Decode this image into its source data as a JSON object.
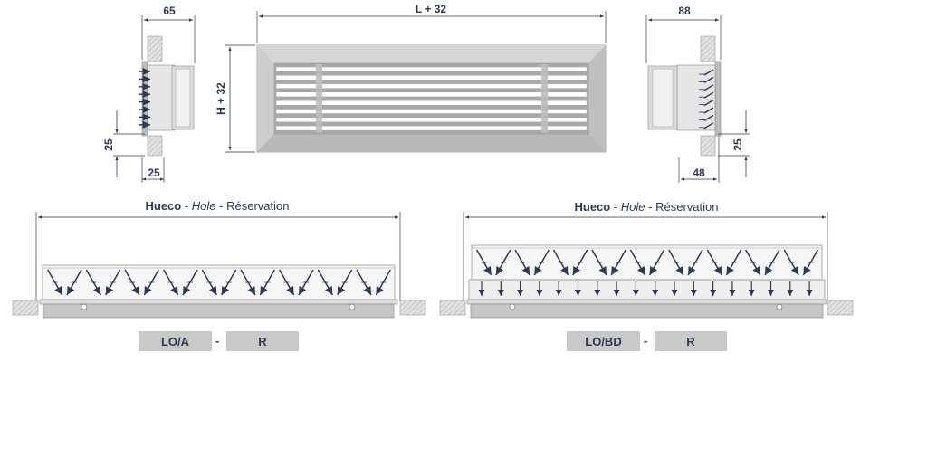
{
  "dimensions": {
    "side_left_width": "65",
    "front_width": "L + 32",
    "front_height": "H + 32",
    "side_right_width": "88",
    "left_flange_height": "25",
    "left_flange_width": "25",
    "right_flange_height": "25",
    "right_depth": "48"
  },
  "sections": [
    {
      "caption": {
        "bold": "Hueco",
        "dash1": " - ",
        "italic": "Hole",
        "dash2": " - ",
        "regular": "Réservation"
      },
      "models": {
        "primary": "LO/A",
        "separator": "-",
        "secondary": "R"
      }
    },
    {
      "caption": {
        "bold": "Hueco",
        "dash1": " - ",
        "italic": "Hole",
        "dash2": " - ",
        "regular": "Réservation"
      },
      "models": {
        "primary": "LO/BD",
        "separator": "-",
        "secondary": "R"
      }
    }
  ],
  "colors": {
    "line": "#2e3a52",
    "frame": "#cfcfcf",
    "frame_dark": "#9a9a9a",
    "wall": "#d6d6d6",
    "badge": "#c9c9c9",
    "slat": "#ffffff"
  }
}
